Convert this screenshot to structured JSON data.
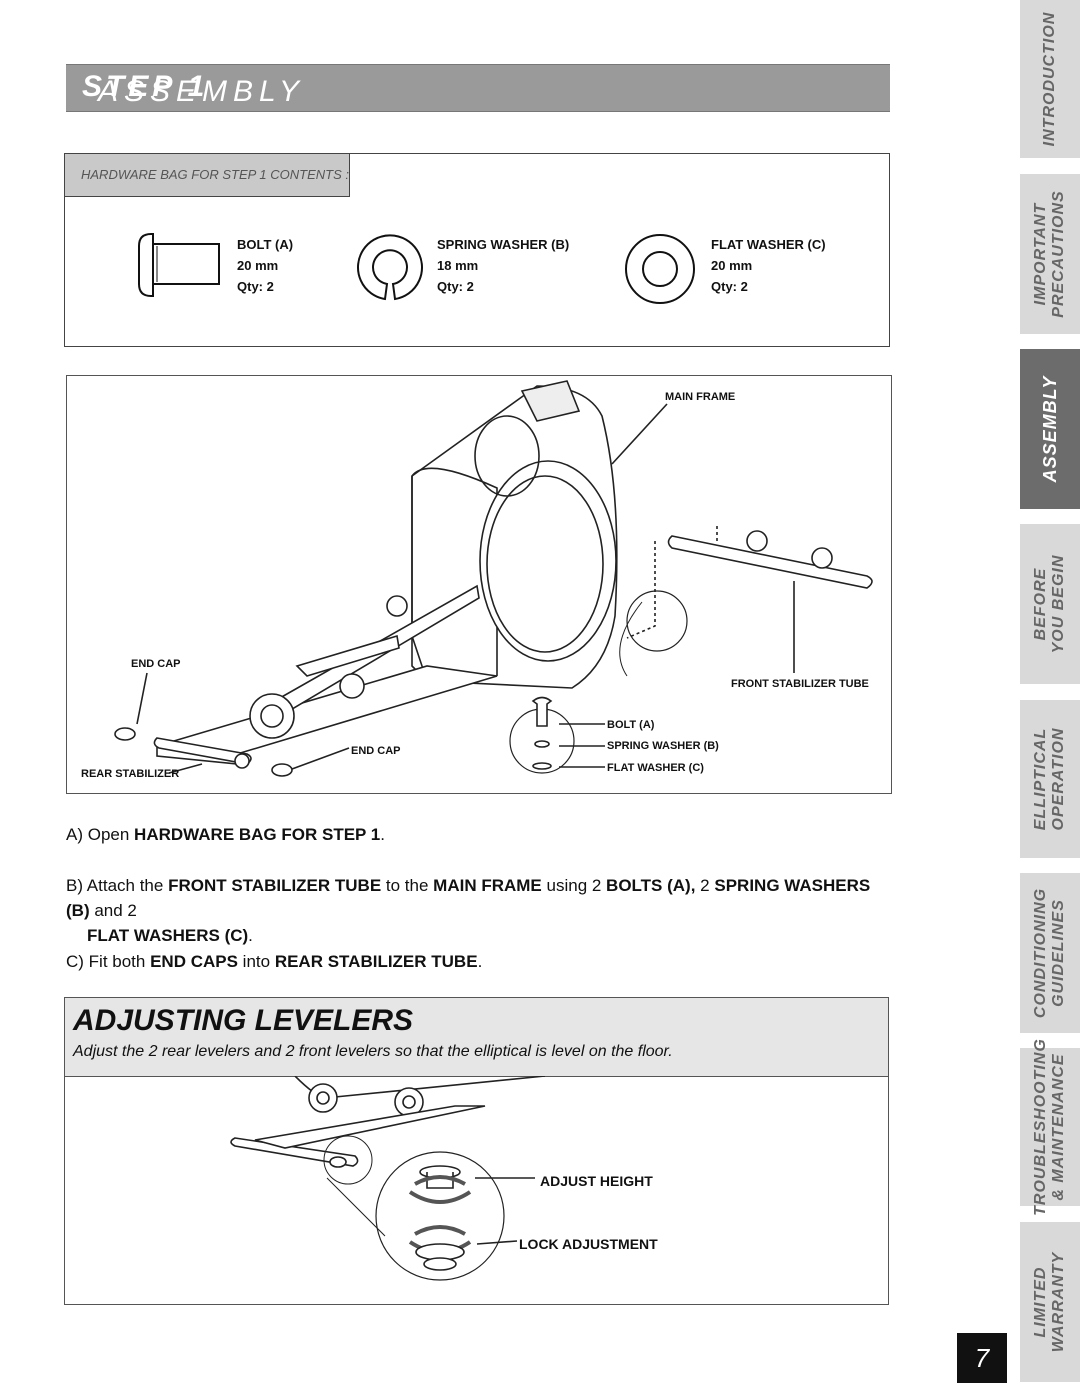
{
  "header": {
    "title_light": "ASSEMBLY",
    "title_bold": "STEP 1"
  },
  "hardware": {
    "tab_label": "HARDWARE BAG FOR STEP 1 CONTENTS :",
    "items": [
      {
        "name": "BOLT (A)",
        "size": "20 mm",
        "qty": "Qty: 2"
      },
      {
        "name": "SPRING WASHER (B)",
        "size": "18 mm",
        "qty": "Qty: 2"
      },
      {
        "name": "FLAT WASHER (C)",
        "size": "20 mm",
        "qty": "Qty: 2"
      }
    ]
  },
  "diagram": {
    "labels": {
      "main_frame": "MAIN FRAME",
      "end_cap_1": "END CAP",
      "end_cap_2": "END CAP",
      "rear_stabilizer": "REAR STABILIZER",
      "front_stabilizer": "FRONT STABILIZER TUBE",
      "bolt": "BOLT (A)",
      "spring_washer": "SPRING WASHER (B)",
      "flat_washer": "FLAT WASHER (C)"
    }
  },
  "instructions": {
    "a": {
      "p1": "A) Open ",
      "b1": "HARDWARE BAG FOR STEP 1",
      "p2": "."
    },
    "b": {
      "p1": "B) Attach the ",
      "b1": "FRONT STABILIZER TUBE",
      "p2": " to the ",
      "b2": "MAIN FRAME",
      "p3": " using 2 ",
      "b3": "BOLTS (A),",
      "p4": " 2 ",
      "b4": "SPRING WASHERS (B)",
      "p5": " and 2",
      "b5": "FLAT WASHERS (C)",
      "p6": "."
    },
    "c": {
      "p1": "C) Fit both ",
      "b1": "END CAPS",
      "p2": " into ",
      "b2": "REAR STABILIZER TUBE",
      "p3": "."
    }
  },
  "levelers": {
    "title": "ADJUSTING LEVELERS",
    "subtitle": "Adjust the 2 rear levelers and 2 front levelers so that the elliptical is level on the floor.",
    "labels": {
      "adjust": "ADJUST HEIGHT",
      "lock": "LOCK ADJUSTMENT"
    }
  },
  "side_tabs": [
    {
      "line1": "INTRODUCTION",
      "line2": ""
    },
    {
      "line1": "IMPORTANT",
      "line2": "PRECAUTIONS"
    },
    {
      "line1": "ASSEMBLY",
      "line2": ""
    },
    {
      "line1": "BEFORE",
      "line2": "YOU BEGIN"
    },
    {
      "line1": "ELLIPTICAL",
      "line2": "OPERATION"
    },
    {
      "line1": "CONDITIONING",
      "line2": "GUIDELINES"
    },
    {
      "line1": "TROUBLESHOOTING",
      "line2": "& MAINTENANCE"
    },
    {
      "line1": "LIMITED",
      "line2": "WARRANTY"
    }
  ],
  "page_number": "7"
}
